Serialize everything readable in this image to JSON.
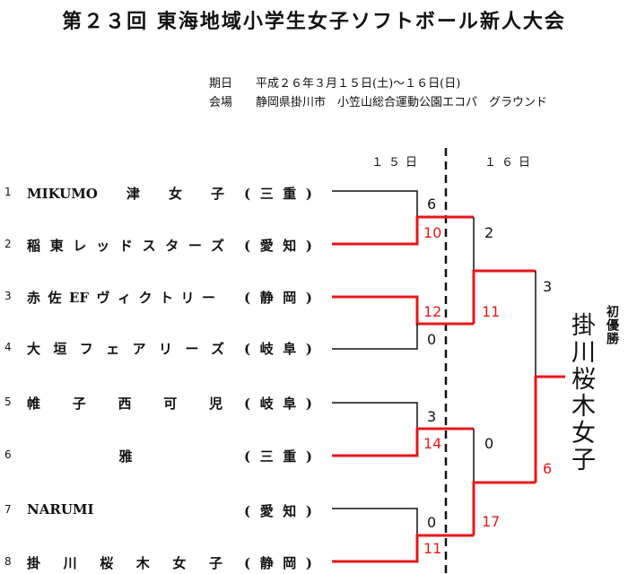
{
  "title": "第２３回 東海地域小学生女子ソフトボール新人大会",
  "info": {
    "date_label": "期日",
    "date_value": "平成２６年３月１５日(土)～１６日(日)",
    "venue_label": "会場",
    "venue_value": "静岡県掛川市　小笠山総合運動公園エコパ　グラウンド"
  },
  "days": {
    "day1": "１５日",
    "day2": "１６日"
  },
  "teams": [
    {
      "num": "1",
      "name": "MIKUMO津女子",
      "pref": "(三重)"
    },
    {
      "num": "2",
      "name": "稲東レッドスターズ",
      "pref": "(愛知)"
    },
    {
      "num": "3",
      "name": "赤佐EFヴィクトリー",
      "pref": "(静岡)"
    },
    {
      "num": "4",
      "name": "大垣フェアリーズ",
      "pref": "(岐阜)"
    },
    {
      "num": "5",
      "name": "帷子西可児",
      "pref": "(岐阜)"
    },
    {
      "num": "6",
      "name": "雅",
      "pref": "(三重)"
    },
    {
      "num": "7",
      "name": "NARUMI",
      "pref": "(愛知)"
    },
    {
      "num": "8",
      "name": "掛川桜木女子",
      "pref": "(静岡)"
    }
  ],
  "scores": {
    "m1_top": "6",
    "m1_bot": "10",
    "m2_top": "12",
    "m2_bot": "0",
    "m3_top": "3",
    "m3_bot": "14",
    "m4_top": "0",
    "m4_bot": "11",
    "sf1_top": "2",
    "sf1_bot": "11",
    "sf2_top": "0",
    "sf2_bot": "17",
    "final_top": "3",
    "final_bot": "6"
  },
  "champion": {
    "label": "初優勝",
    "name": "掛川桜木女子"
  },
  "colors": {
    "winner_line": "#e8161a",
    "loser_line": "#111111"
  }
}
